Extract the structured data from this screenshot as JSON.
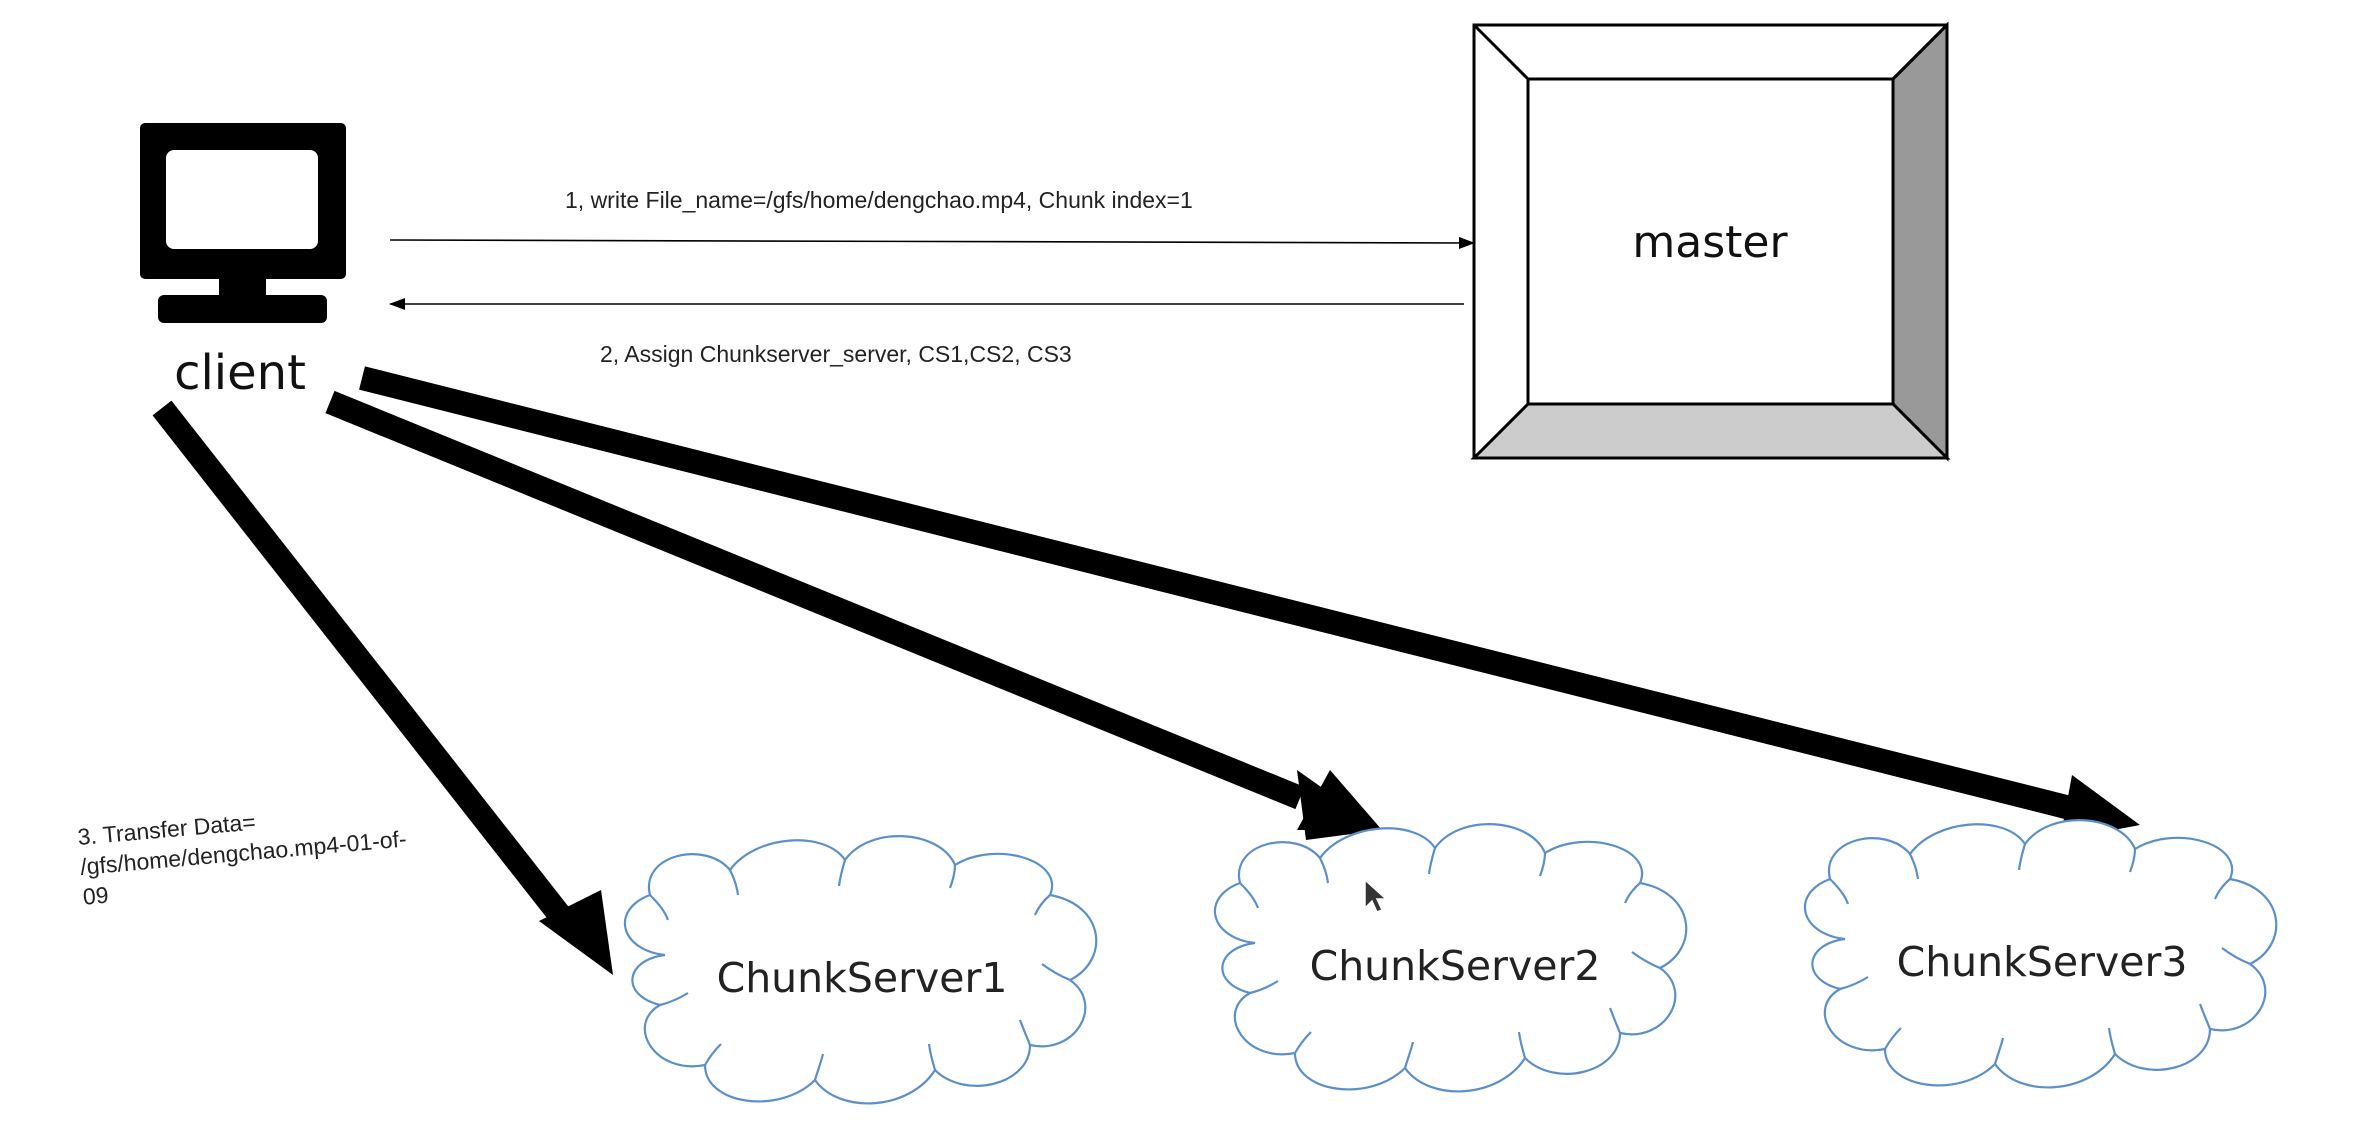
{
  "nodes": {
    "client": {
      "label": "client"
    },
    "master": {
      "label": "master"
    },
    "chunkservers": [
      {
        "label": "ChunkServer1"
      },
      {
        "label": "ChunkServer2"
      },
      {
        "label": "ChunkServer3"
      }
    ]
  },
  "edges": {
    "write_request": {
      "label": "1,  write File_name=/gfs/home/dengchao.mp4, Chunk index=1"
    },
    "assign_response": {
      "label": "2, Assign Chunkserver_server, CS1,CS2, CS3"
    },
    "transfer_data": {
      "label_lines": [
        "3. Transfer Data=",
        "/gfs/home/dengchao.mp4-01-of-",
        "09"
      ]
    }
  },
  "colors": {
    "cloud_stroke": "#5b8fc8",
    "master_right_bevel": "#999999",
    "master_bottom_bevel": "#cccccc",
    "ink": "#000000"
  },
  "icons": {
    "client": "monitor-icon",
    "cursor": "mouse-pointer-icon"
  }
}
